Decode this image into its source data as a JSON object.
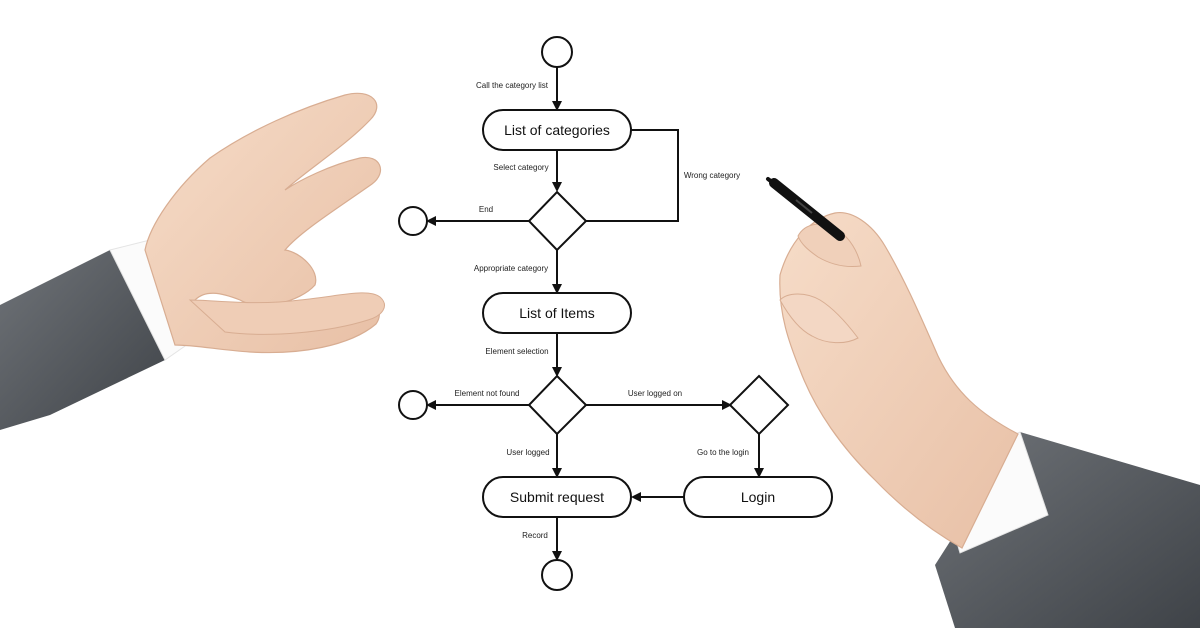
{
  "diagram": {
    "nodes": {
      "list_of_categories": "List of categories",
      "list_of_items": "List of Items",
      "submit_request": "Submit request",
      "login": "Login"
    },
    "edge_labels": {
      "call_category_list": "Call the category list",
      "select_category": "Select category",
      "wrong_category": "Wrong category",
      "end": "End",
      "appropriate_category": "Appropriate category",
      "element_selection": "Element selection",
      "element_not_found": "Element not found",
      "user_logged_on": "User logged on",
      "user_logged": "User logged",
      "go_to_login": "Go to the login",
      "record": "Record"
    }
  },
  "colors": {
    "stroke": "#111111",
    "background": "#ffffff",
    "skin": "#f2d3bd",
    "suit": "#5a5e63",
    "cuff": "#fbfbfb"
  },
  "illustration": {
    "left_hand": "open-hand-icon",
    "right_hand": "hand-holding-marker-icon"
  }
}
